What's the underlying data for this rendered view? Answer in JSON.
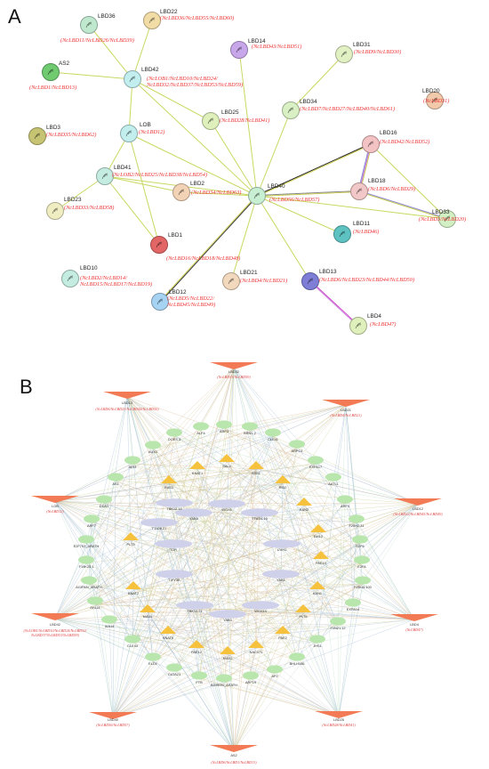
{
  "panels": {
    "a_label": "A",
    "b_label": "B"
  },
  "network_a": {
    "nodes": [
      {
        "id": "LBD36",
        "color": "#bfe8cf",
        "tag": "(NcLBD11/NcLBD26/NcLBD39)"
      },
      {
        "id": "LBD22",
        "color": "#f1dca6",
        "tag": "(NcLBD36/NcLBD55/NcLBD60)"
      },
      {
        "id": "AS2",
        "color": "#6fca70",
        "tag": "(NcLBD1/NcLBD13)"
      },
      {
        "id": "LBD42",
        "color": "#c2eef0",
        "tag": "(NcLOB1/NcLBD10/NcLBD24/ NcLBD32/NcLBD37/NcLBD53/NcLBD59)"
      },
      {
        "id": "LBD14",
        "color": "#c8a6ea",
        "tag": "(NcLBD43/NcLBD51)"
      },
      {
        "id": "LBD31",
        "color": "#e2f1c4",
        "tag": "(NcLBD9/NcLBD30)"
      },
      {
        "id": "LBD20",
        "color": "#f2c9ab",
        "tag": "(NcLBD31)"
      },
      {
        "id": "LBD3",
        "color": "#c6c373",
        "tag": "(NcLBD35/NcLBD62)"
      },
      {
        "id": "LOB",
        "color": "#c3eeee",
        "tag": "(NcLBD12)"
      },
      {
        "id": "LBD25",
        "color": "#dff0bc",
        "tag": "(NcLBD28/NcLBD41)"
      },
      {
        "id": "LBD34",
        "color": "#d8f0c4",
        "tag": "(NcLBD7/NcLBD27/NcLBD40/NcLBD61)"
      },
      {
        "id": "LBD16",
        "color": "#f3c2c2",
        "tag": "(NcLBD42/NcLBD52)"
      },
      {
        "id": "LBD41",
        "color": "#c5ece0",
        "tag": "(NcLOB2/NcLBD25/NcLBD38/NcLBD54)"
      },
      {
        "id": "LBD2",
        "color": "#f3d3b6",
        "tag": "(NcLBD34/NcLBD63)"
      },
      {
        "id": "LBD40",
        "color": "#c8efd2",
        "tag": "(NcLBD56/NcLBD57)"
      },
      {
        "id": "LBD18",
        "color": "#f2c7c7",
        "tag": "(NcLBD6/NcLBD29)"
      },
      {
        "id": "LBD23",
        "color": "#f0edc2",
        "tag": "(NcLBD33/NcLBD58)"
      },
      {
        "id": "LBD33",
        "color": "#d3f0c5",
        "tag": "(NcLBD3/NcLBD20)"
      },
      {
        "id": "LBD11",
        "color": "#5ec2c2",
        "tag": "(NcLBD46)"
      },
      {
        "id": "LBD1",
        "color": "#e36666",
        "tag": "(NcLBD16/NcLBD18/NcLBD48)"
      },
      {
        "id": "LBD10",
        "color": "#c5ece0",
        "tag": "(NcLBD2/NcLBD14/ NcLBD15/NcLBD17/NcLBD19)"
      },
      {
        "id": "LBD21",
        "color": "#f2d8bd",
        "tag": "(NcLBD4/NcLBD21)"
      },
      {
        "id": "LBD13",
        "color": "#7e7ed6",
        "tag": "(NcLBD6/NcLBD23/NcLBD44/NcLBD50)"
      },
      {
        "id": "LBD12",
        "color": "#a7d3f3",
        "tag": "(NcLBD5/NcLBD22/ NcLBD45/NcLBD49)"
      },
      {
        "id": "LBD4",
        "color": "#dff0bc",
        "tag": "(NcLBD47)"
      }
    ]
  },
  "network_b": {
    "lbd_nodes": [
      {
        "id": "LBD32",
        "tag": "(NcLBD33/NcLBD59)"
      },
      {
        "id": "LBD13",
        "tag": "(NcLBD6/NcLBD23/NcLBD44/NcLBD50)"
      },
      {
        "id": "LBD21",
        "tag": "(NcLBD4/NcLBD21)"
      },
      {
        "id": "LOB",
        "tag": "(NcLBD12)"
      },
      {
        "id": "LBD12",
        "tag": "(NcLBD22/NcLBD45/NcLBD49)"
      },
      {
        "id": "LBD42",
        "tag": "(NcLOB1/NcLBD10/NcLBD24/NcLBD32/ NcLBD37/NcLBD53/NcLBD59)"
      },
      {
        "id": "LBD4",
        "tag": "(NcLBD47)"
      },
      {
        "id": "LBD40",
        "tag": "(NcLBD56/NcLBD57)"
      },
      {
        "id": "LBD25",
        "tag": "(NcLBD28/NcLBD41)"
      },
      {
        "id": "AS2",
        "tag": "(NcLBD6/NcLBD1/NcLBD13)"
      }
    ],
    "green_nodes": [
      "ALF4",
      "ARP3",
      "BRN1-2",
      "CLE41",
      "DOES.3",
      "AUX1",
      "ARPC4",
      "AIR3",
      "EXPA17",
      "AS1",
      "AATL1",
      "DDA1",
      "ARF4",
      "ARF7",
      "F20H2.31",
      "E2F703_ARATH",
      "E2F6",
      "F19K23.1",
      "E2FA",
      "AGIPAN_ARATH",
      "F28I16.100",
      "AHL11",
      "EXPA14",
      "IAA14",
      "F1N21.12",
      "CLE44",
      "JHS1",
      "ELD1",
      "BHLH146",
      "GATA23",
      "AP2",
      "FTB",
      "ARF19",
      "BGH690_ARATH"
    ],
    "yellow_nodes": [
      "KNAT1",
      "SAL4",
      "SSB1",
      "RAS1",
      "RID2",
      "KAN2",
      "BH10",
      "PLT3",
      "PAE10",
      "KNAT2",
      "KAN1",
      "MAU1",
      "PLT5",
      "KNAT6",
      "PAE2",
      "PAE12",
      "MAD2",
      "NAC071"
    ],
    "purple_nodes": [
      "WOX4",
      "YAB5",
      "TFAS4-10",
      "TDR",
      "UVH1",
      "TIFY3B",
      "YAB1",
      "TBK12.21",
      "WOX14",
      "YAB3",
      "TBK12.18",
      "T11D6.21"
    ]
  }
}
